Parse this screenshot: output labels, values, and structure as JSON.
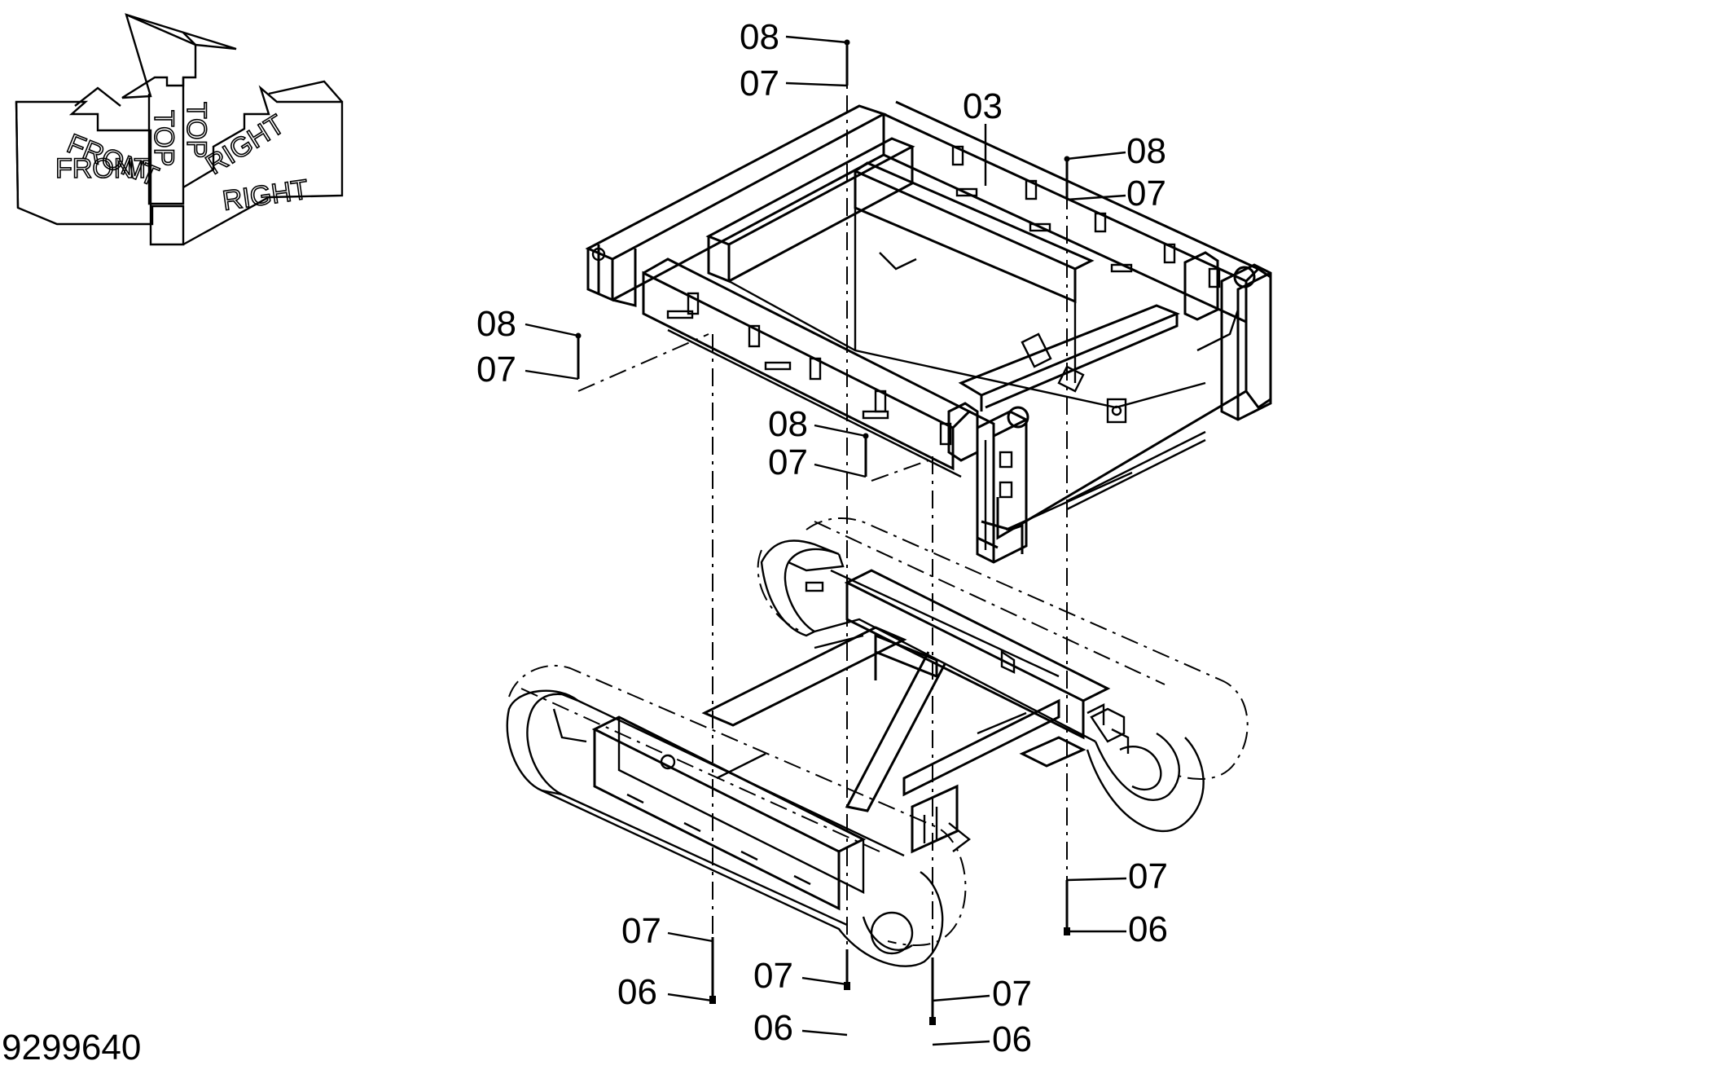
{
  "document_number": "9299640",
  "orientation_labels": {
    "front": "FRONT",
    "right": "RIGHT",
    "top": "TOP"
  },
  "callouts": [
    {
      "id": "c1",
      "text": "08"
    },
    {
      "id": "c2",
      "text": "07"
    },
    {
      "id": "c3",
      "text": "03"
    },
    {
      "id": "c4",
      "text": "08"
    },
    {
      "id": "c5",
      "text": "07"
    },
    {
      "id": "c6",
      "text": "08"
    },
    {
      "id": "c7",
      "text": "07"
    },
    {
      "id": "c8",
      "text": "08"
    },
    {
      "id": "c9",
      "text": "07"
    },
    {
      "id": "c10",
      "text": "07"
    },
    {
      "id": "c11",
      "text": "06"
    },
    {
      "id": "c12",
      "text": "07"
    },
    {
      "id": "c13",
      "text": "06"
    },
    {
      "id": "c14",
      "text": "07"
    },
    {
      "id": "c15",
      "text": "06"
    },
    {
      "id": "c16",
      "text": "07"
    },
    {
      "id": "c17",
      "text": "06"
    }
  ]
}
